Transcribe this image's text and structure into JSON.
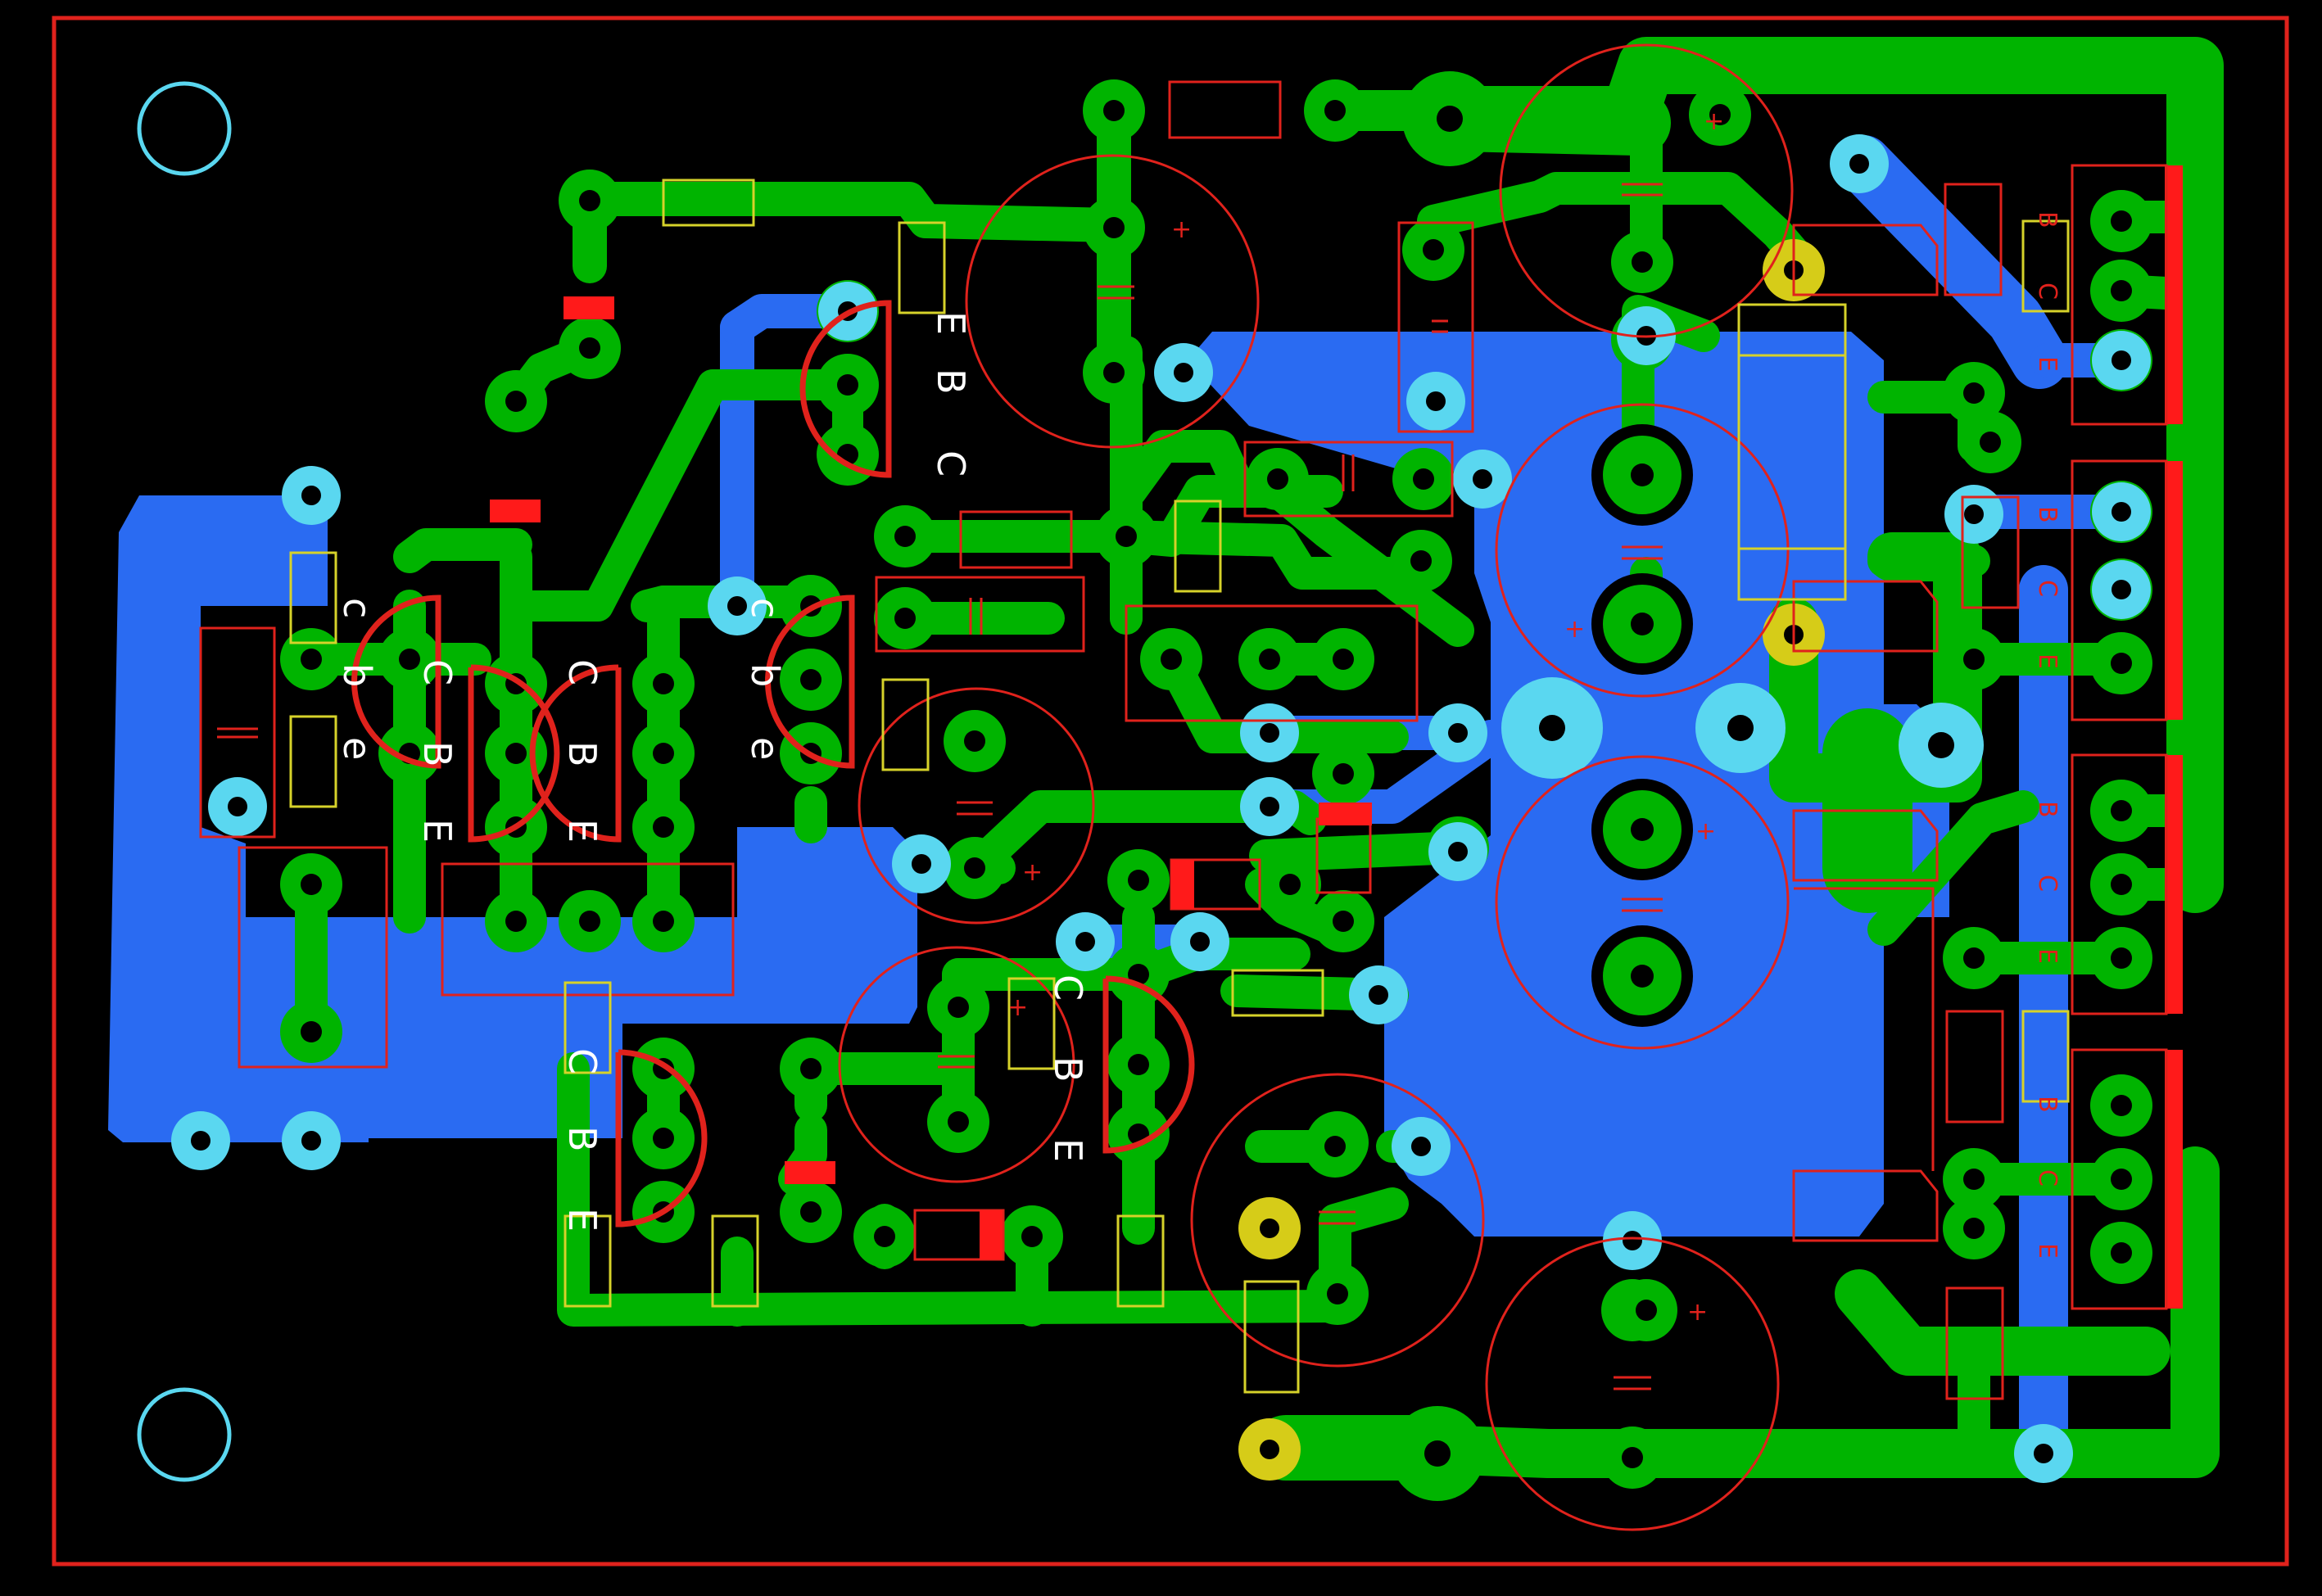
{
  "colors": {
    "background": "#000000",
    "outline": "#e0221c",
    "top_copper": "#00b400",
    "bottom_copper": "#2a6bf2",
    "via": "#5ad7f0",
    "silk_red": "#e0221c",
    "silk_yellow": "#d6d22a",
    "mark": "#ff1a1a",
    "yellow_pad": "#d6cc18"
  },
  "labels": {
    "q1": {
      "t1": "C",
      "t2": "B",
      "t3": "E"
    },
    "q2": {
      "t1": "c",
      "t2": "b",
      "t3": "e"
    },
    "q3": {
      "t1": "C",
      "t2": "B",
      "t3": "E"
    },
    "q4": {
      "t1": "C",
      "t2": "B",
      "t3": "E"
    },
    "q5": {
      "t1": "c",
      "t2": "b",
      "t3": "e"
    },
    "q6": {
      "t1": "C",
      "t2": "B",
      "t3": "E"
    },
    "q7": {
      "t1": "C",
      "t2": "B",
      "t3": "E"
    },
    "o1": {
      "t1": "B",
      "t2": "C",
      "t3": "E"
    },
    "o2": {
      "t1": "B",
      "t2": "C",
      "t3": "E"
    },
    "o3": {
      "t1": "B",
      "t2": "C",
      "t3": "E"
    },
    "o4": {
      "t1": "B",
      "t2": "C",
      "t3": "E"
    },
    "plus": "+"
  }
}
